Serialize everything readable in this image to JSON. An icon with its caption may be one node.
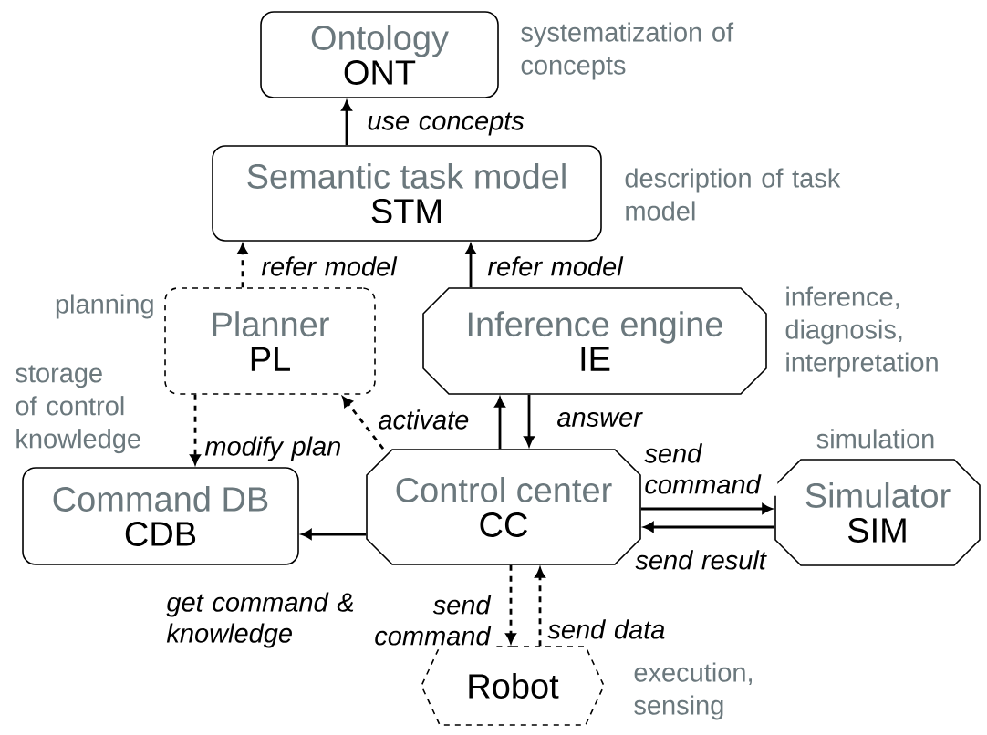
{
  "diagram": {
    "nodes": [
      {
        "text": [
          "Ontology",
          "ONT"
        ],
        "beside": [
          "systematization of concepts"
        ]
      },
      {
        "text": [
          "Semantic task model",
          "STM"
        ],
        "beside": [
          "description of task model"
        ]
      },
      {
        "text": [
          "Planner",
          "PL"
        ],
        "beside": [
          "planning"
        ]
      },
      {
        "text": [
          "Inference engine",
          "IE"
        ],
        "beside": [
          "inference, diagnosis, interpretation"
        ]
      },
      {
        "text": [
          "Command DB",
          "CDB"
        ],
        "beside": [
          "storage of control knowledge"
        ]
      },
      {
        "text": [
          "Control center",
          "CC"
        ]
      },
      {
        "text": [
          "Simulator",
          "SIM"
        ],
        "beside": [
          "simulation"
        ]
      },
      {
        "text": [
          "Robot"
        ],
        "beside": [
          "execution, sensing"
        ]
      }
    ],
    "edges": [
      {
        "from": 1,
        "to": 0,
        "arrow": "to",
        "label": "use concepts"
      },
      {
        "from": 2,
        "to": 1,
        "arrow": "to",
        "label": "refer model",
        "style": "dashed"
      },
      {
        "from": 3,
        "to": 1,
        "arrow": "to",
        "label": "refer model"
      },
      {
        "from": 2,
        "to": 4,
        "arrow": "to",
        "label": "modify plan",
        "style": "dashed"
      },
      {
        "from": 5,
        "to": 2,
        "arrow": "to",
        "label": "activate",
        "style": "dashed"
      },
      {
        "from": 5,
        "to": 3,
        "arrow": "to"
      },
      {
        "from": 3,
        "to": 5,
        "arrow": "to",
        "label": "answer"
      },
      {
        "from": 5,
        "to": 6,
        "arrow": "to",
        "label": "send command"
      },
      {
        "from": 6,
        "to": 5,
        "arrow": "to",
        "label": "send result"
      },
      {
        "from": 5,
        "to": 4,
        "arrow": "to",
        "label": "get command & knowledge"
      },
      {
        "from": 5,
        "to": 7,
        "arrow": "to",
        "label": "send command",
        "style": "dashed"
      },
      {
        "from": 7,
        "to": 5,
        "arrow": "to",
        "label": "send data",
        "style": "dashed"
      }
    ]
  }
}
